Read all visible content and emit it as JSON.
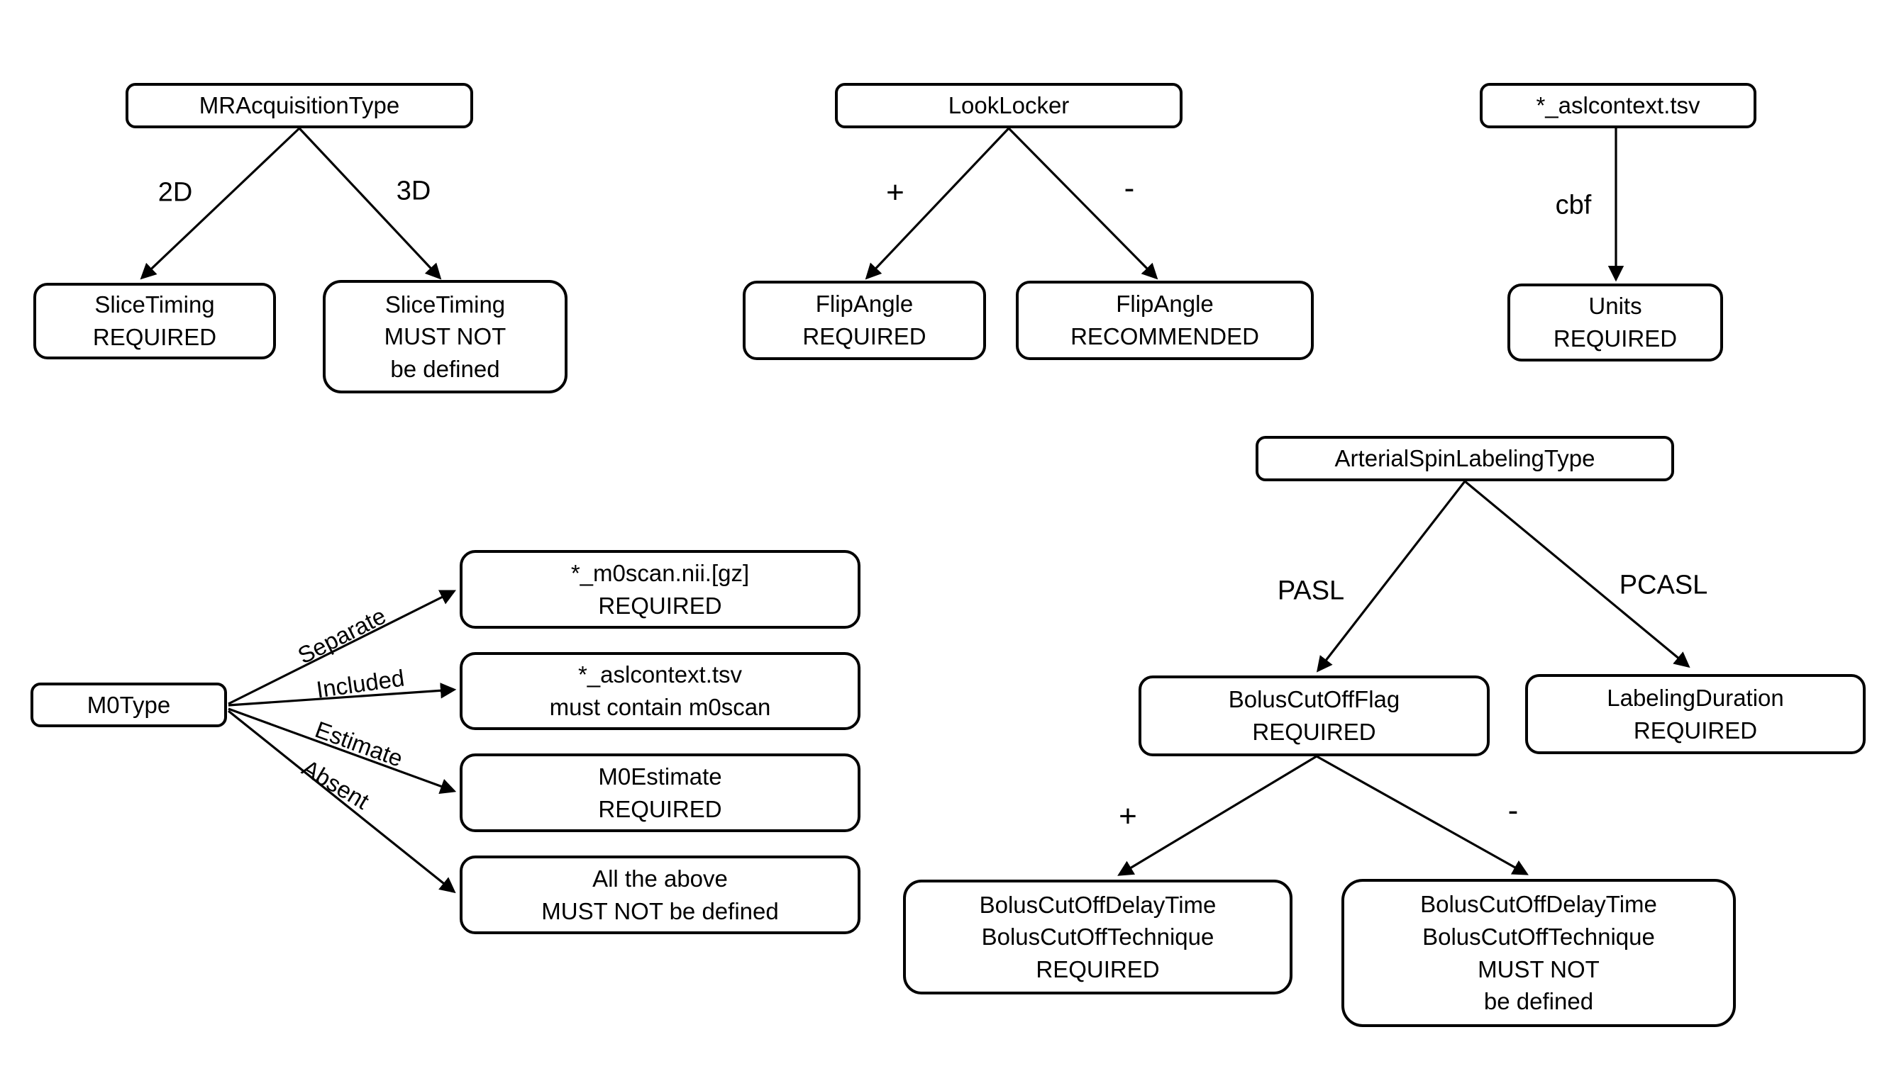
{
  "diagram": {
    "colors": {
      "background": "#ffffff",
      "line": "#000000",
      "text": "#000000"
    },
    "mr_acquisition": {
      "root": "MRAcquisitionType",
      "edge_2d": "2D",
      "edge_3d": "3D",
      "slice_timing_required": "SliceTiming\nREQUIRED",
      "slice_timing_must_not": "SliceTiming\nMUST NOT\nbe defined"
    },
    "look_locker": {
      "root": "LookLocker",
      "edge_plus": "+",
      "edge_minus": "-",
      "flip_angle_required": "FlipAngle\nREQUIRED",
      "flip_angle_recommended": "FlipAngle\nRECOMMENDED"
    },
    "aslcontext": {
      "root": "*_aslcontext.tsv",
      "edge_cbf": "cbf",
      "units_required": "Units\nREQUIRED"
    },
    "m0type": {
      "root": "M0Type",
      "edge_separate": "Separate",
      "edge_included": "Included",
      "edge_estimate": "Estimate",
      "edge_absent": "Absent",
      "m0scan_required": "*_m0scan.nii.[gz]\nREQUIRED",
      "aslcontext_contains": "*_aslcontext.tsv\nmust contain m0scan",
      "m0estimate_required": "M0Estimate\nREQUIRED",
      "all_above_must_not": "All the above\nMUST NOT be defined"
    },
    "asl_type": {
      "root": "ArterialSpinLabelingType",
      "edge_pasl": "PASL",
      "edge_pcasl": "PCASL",
      "bolus_flag_required": "BolusCutOffFlag\nREQUIRED",
      "labeling_duration_required": "LabelingDuration\nREQUIRED",
      "edge_plus": "+",
      "edge_minus": "-",
      "bolus_required": "BolusCutOffDelayTime\nBolusCutOffTechnique\nREQUIRED",
      "bolus_must_not": "BolusCutOffDelayTime\nBolusCutOffTechnique\nMUST NOT\nbe defined"
    }
  }
}
